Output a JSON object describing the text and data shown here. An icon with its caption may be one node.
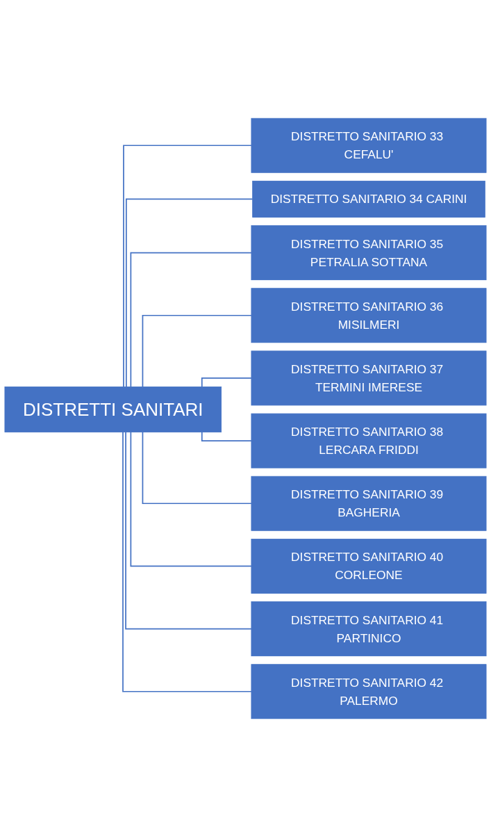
{
  "diagram": {
    "nodes": [
      {
        "text": [
          "DISTRETTI SANITARI"
        ]
      },
      {
        "text": [
          "DISTRETTO SANITARIO 33 CEFALU'"
        ]
      },
      {
        "text": [
          "DISTRETTO SANITARIO 34 CARINI"
        ]
      },
      {
        "text": [
          "DISTRETTO SANITARIO 35 PETRALIA SOTTANA"
        ]
      },
      {
        "text": [
          "DISTRETTO SANITARIO 36 MISILMERI"
        ]
      },
      {
        "text": [
          "DISTRETTO SANITARIO 37 TERMINI IMERESE"
        ]
      },
      {
        "text": [
          "DISTRETTO SANITARIO 38 LERCARA FRIDDI"
        ]
      },
      {
        "text": [
          "DISTRETTO SANITARIO 39 BAGHERIA"
        ]
      },
      {
        "text": [
          "DISTRETTO SANITARIO 40 CORLEONE"
        ]
      },
      {
        "text": [
          "DISTRETTO SANITARIO 41 PARTINICO"
        ]
      },
      {
        "text": [
          "DISTRETTO SANITARIO 42 PALERMO"
        ]
      }
    ],
    "edges": [
      {
        "from": 0,
        "to": 1,
        "arrow": "none"
      },
      {
        "from": 0,
        "to": 2,
        "arrow": "none"
      },
      {
        "from": 0,
        "to": 3,
        "arrow": "none"
      },
      {
        "from": 0,
        "to": 4,
        "arrow": "none"
      },
      {
        "from": 0,
        "to": 5,
        "arrow": "none"
      },
      {
        "from": 0,
        "to": 6,
        "arrow": "none"
      },
      {
        "from": 0,
        "to": 7,
        "arrow": "none"
      },
      {
        "from": 0,
        "to": 8,
        "arrow": "none"
      },
      {
        "from": 0,
        "to": 9,
        "arrow": "none"
      },
      {
        "from": 0,
        "to": 10,
        "arrow": "none"
      }
    ]
  }
}
